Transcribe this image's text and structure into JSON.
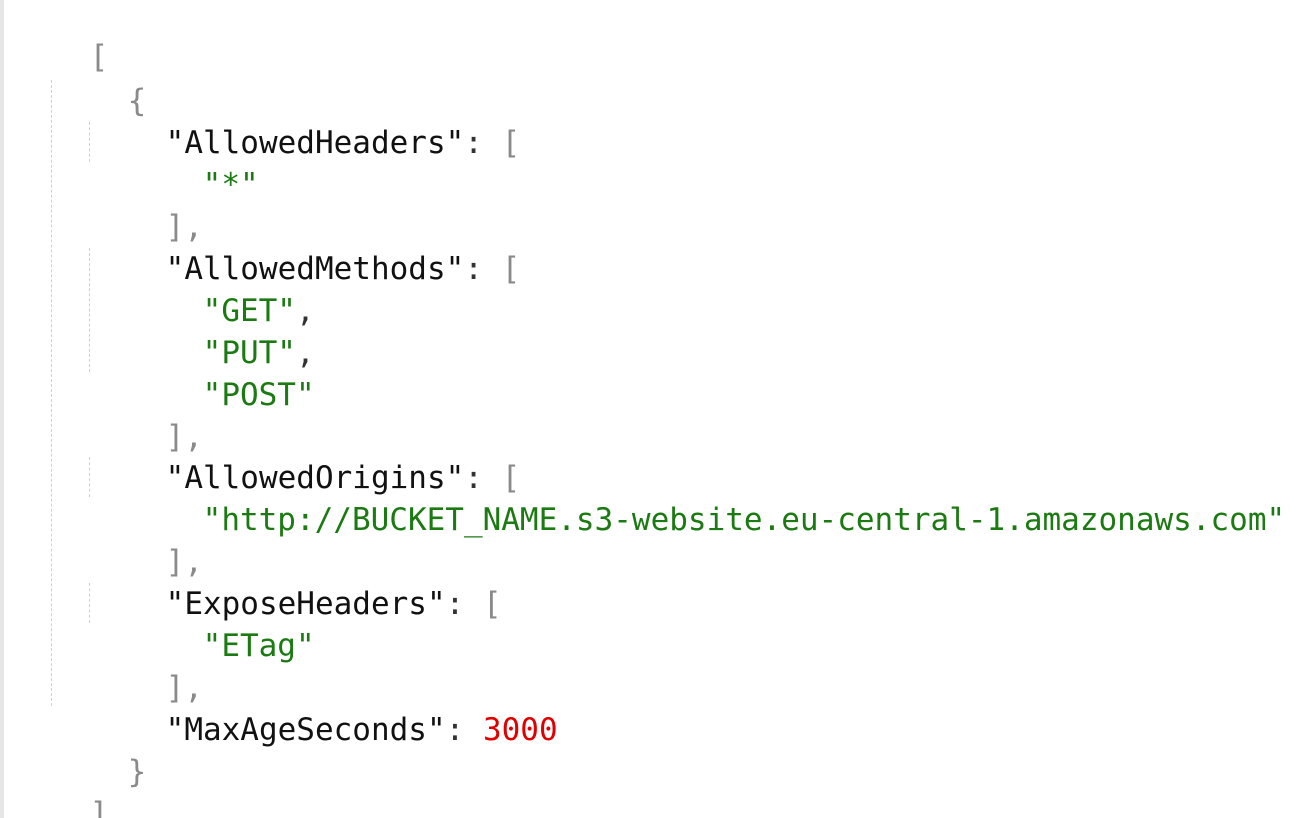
{
  "json_editor": {
    "brackets": {
      "array_open": "[",
      "array_close": "]",
      "object_open": "{",
      "object_close": "}",
      "inner_array_open": "[",
      "inner_array_close": "],"
    },
    "separators": {
      "colon": ":",
      "comma": ","
    },
    "fields": {
      "allowed_headers": {
        "key": "\"AllowedHeaders\"",
        "values": [
          "\"*\""
        ]
      },
      "allowed_methods": {
        "key": "\"AllowedMethods\"",
        "values": [
          "\"GET\"",
          "\"PUT\"",
          "\"POST\""
        ]
      },
      "allowed_origins": {
        "key": "\"AllowedOrigins\"",
        "values": [
          "\"http://BUCKET_NAME.s3-website.eu-central-1.amazonaws.com\""
        ]
      },
      "expose_headers": {
        "key": "\"ExposeHeaders\"",
        "values": [
          "\"ETag\""
        ]
      },
      "max_age_seconds": {
        "key": "\"MaxAgeSeconds\"",
        "value": "3000"
      }
    },
    "colors": {
      "string": "#1c7a12",
      "number": "#e00000",
      "punctuation": "#8a8a8a",
      "key": "#111111",
      "gutter": "#e6e6e6"
    }
  }
}
